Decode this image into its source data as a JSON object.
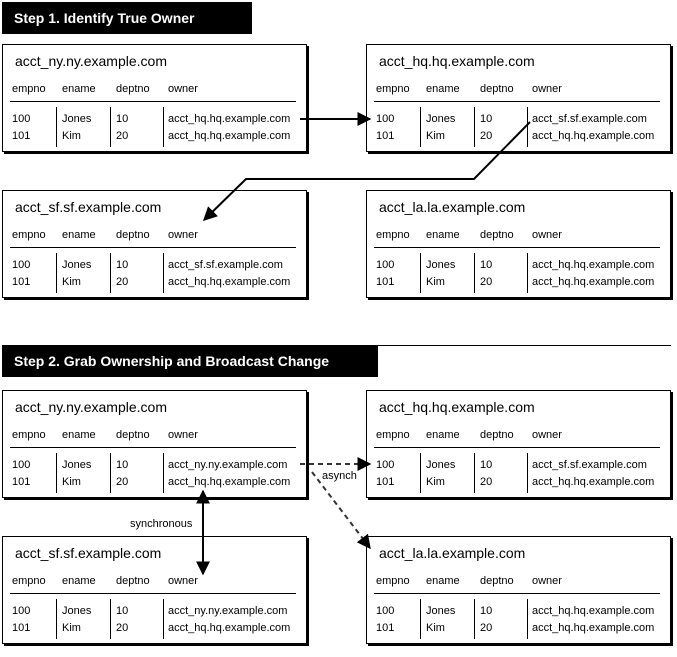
{
  "step1": {
    "title": "Step 1.  Identify True Owner",
    "boxes": [
      {
        "title": "acct_ny.ny.example.com",
        "headers": [
          "empno",
          "ename",
          "deptno",
          "owner"
        ],
        "rows": [
          [
            "100",
            "Jones",
            "10",
            "acct_hq.hq.example.com"
          ],
          [
            "101",
            "Kim",
            "20",
            "acct_hq.hq.example.com"
          ]
        ]
      },
      {
        "title": "acct_hq.hq.example.com",
        "headers": [
          "empno",
          "ename",
          "deptno",
          "owner"
        ],
        "rows": [
          [
            "100",
            "Jones",
            "10",
            "acct_sf.sf.example.com"
          ],
          [
            "101",
            "Kim",
            "20",
            "acct_hq.hq.example.com"
          ]
        ]
      },
      {
        "title": "acct_sf.sf.example.com",
        "headers": [
          "empno",
          "ename",
          "deptno",
          "owner"
        ],
        "rows": [
          [
            "100",
            "Jones",
            "10",
            "acct_sf.sf.example.com"
          ],
          [
            "101",
            "Kim",
            "20",
            "acct_hq.hq.example.com"
          ]
        ]
      },
      {
        "title": "acct_la.la.example.com",
        "headers": [
          "empno",
          "ename",
          "deptno",
          "owner"
        ],
        "rows": [
          [
            "100",
            "Jones",
            "10",
            "acct_hq.hq.example.com"
          ],
          [
            "101",
            "Kim",
            "20",
            "acct_hq.hq.example.com"
          ]
        ]
      }
    ]
  },
  "step2": {
    "title": "Step  2.  Grab Ownership and Broadcast Change",
    "boxes": [
      {
        "title": "acct_ny.ny.example.com",
        "headers": [
          "empno",
          "ename",
          "deptno",
          "owner"
        ],
        "rows": [
          [
            "100",
            "Jones",
            "10",
            "acct_ny.ny.example.com"
          ],
          [
            "101",
            "Kim",
            "20",
            "acct_hq.hq.example.com"
          ]
        ]
      },
      {
        "title": "acct_hq.hq.example.com",
        "headers": [
          "empno",
          "ename",
          "deptno",
          "owner"
        ],
        "rows": [
          [
            "100",
            "Jones",
            "10",
            "acct_sf.sf.example.com"
          ],
          [
            "101",
            "Kim",
            "20",
            "acct_hq.hq.example.com"
          ]
        ]
      },
      {
        "title": "acct_sf.sf.example.com",
        "headers": [
          "empno",
          "ename",
          "deptno",
          "owner"
        ],
        "rows": [
          [
            "100",
            "Jones",
            "10",
            "acct_ny.ny.example.com"
          ],
          [
            "101",
            "Kim",
            "20",
            "acct_hq.hq.example.com"
          ]
        ]
      },
      {
        "title": "acct_la.la.example.com",
        "headers": [
          "empno",
          "ename",
          "deptno",
          "owner"
        ],
        "rows": [
          [
            "100",
            "Jones",
            "10",
            "acct_hq.hq.example.com"
          ],
          [
            "101",
            "Kim",
            "20",
            "acct_hq.hq.example.com"
          ]
        ]
      }
    ],
    "labels": {
      "asynch": "asynch",
      "synchronous": "synchronous"
    }
  }
}
